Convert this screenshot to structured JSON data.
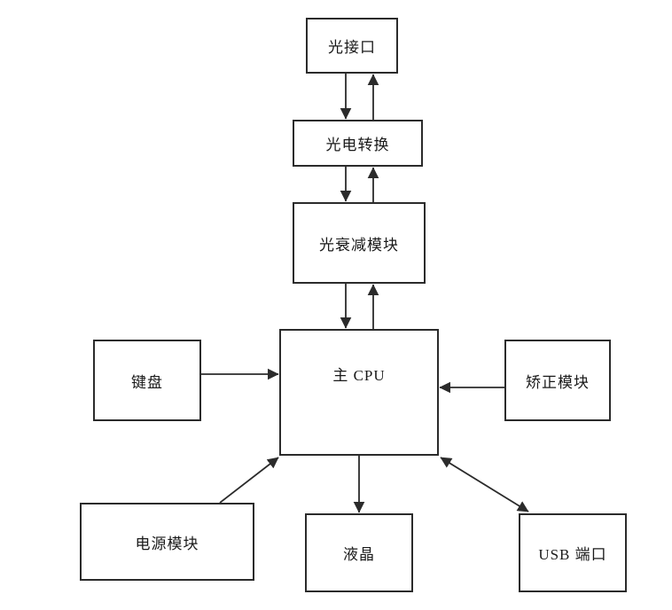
{
  "diagram": {
    "nodes": {
      "optical_interface": {
        "label": "光接口"
      },
      "photoelectric_conversion": {
        "label": "光电转换"
      },
      "optical_attenuation": {
        "label": "光衰减模块"
      },
      "main_cpu": {
        "label": "主 CPU"
      },
      "keyboard": {
        "label": "键盘"
      },
      "correction_module": {
        "label": "矫正模块"
      },
      "power_module": {
        "label": "电源模块"
      },
      "lcd": {
        "label": "液晶"
      },
      "usb_port": {
        "label": "USB 端口"
      }
    },
    "edges": [
      {
        "from": "optical_interface",
        "to": "photoelectric_conversion",
        "bidirectional": true,
        "rendering": "two-parallel-arrows"
      },
      {
        "from": "photoelectric_conversion",
        "to": "optical_attenuation",
        "bidirectional": true,
        "rendering": "two-parallel-arrows"
      },
      {
        "from": "optical_attenuation",
        "to": "main_cpu",
        "bidirectional": true,
        "rendering": "two-parallel-arrows"
      },
      {
        "from": "keyboard",
        "to": "main_cpu",
        "bidirectional": false,
        "rendering": "single-arrow"
      },
      {
        "from": "correction_module",
        "to": "main_cpu",
        "bidirectional": false,
        "rendering": "single-arrow"
      },
      {
        "from": "power_module",
        "to": "main_cpu",
        "bidirectional": false,
        "rendering": "single-diagonal-arrow"
      },
      {
        "from": "main_cpu",
        "to": "lcd",
        "bidirectional": false,
        "rendering": "single-arrow"
      },
      {
        "from": "main_cpu",
        "to": "usb_port",
        "bidirectional": true,
        "rendering": "double-headed-diagonal-arrow"
      }
    ]
  },
  "colors": {
    "background": "#ffffff",
    "line": "#2b2b2b",
    "box_border": "#2b2b2b",
    "text": "#1a1a1a"
  }
}
